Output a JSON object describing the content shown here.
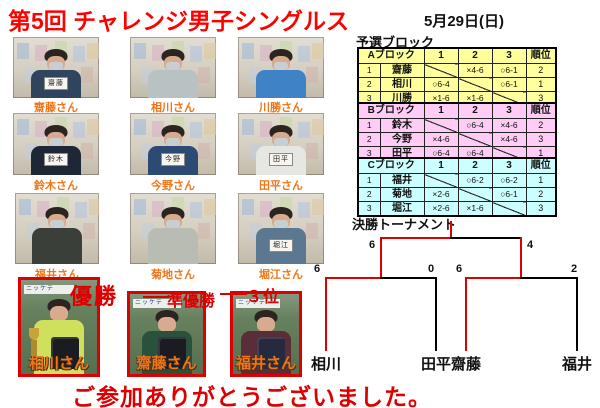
{
  "colors": {
    "title_red": "#ff0000",
    "accent_red": "#dd0000",
    "label_orange": "#ee7518",
    "block_a": "#ffff9c",
    "block_b": "#ffccf5",
    "block_c": "#ccffff"
  },
  "title": "第5回 チャレンジ男子シングルス",
  "date": "5月29日(日)",
  "qualifier_heading": "予選ブロック",
  "rank_header": "順位",
  "photos": [
    {
      "items": [
        {
          "label": "齋藤さん",
          "card": "齋藤",
          "shirt": "#31445e"
        },
        {
          "label": "相川さん",
          "card": "",
          "shirt": "#b9c2c2"
        },
        {
          "label": "川勝さん",
          "card": "",
          "shirt": "#3f83c6"
        }
      ]
    },
    {
      "items": [
        {
          "label": "鈴木さん",
          "card": "鈴木",
          "shirt": "#1d2736"
        },
        {
          "label": "今野さん",
          "card": "今野",
          "shirt": "#2c4a73"
        },
        {
          "label": "田平さん",
          "card": "田平",
          "shirt": "#e6e6e2"
        }
      ]
    },
    {
      "items": [
        {
          "label": "福井さん",
          "card": "",
          "shirt": "#3a3f3a"
        },
        {
          "label": "菊地さん",
          "card": "",
          "shirt": "#b8bcb2"
        },
        {
          "label": "堀江さん",
          "card": "堀江",
          "shirt": "#5c7890"
        }
      ]
    }
  ],
  "winners": [
    {
      "award": "優勝",
      "label": "相川さん",
      "shirt": "#cfe05c",
      "banner": "ニッケテ"
    },
    {
      "award": "準優勝",
      "label": "齋藤さん",
      "shirt": "#29513c",
      "banner": "ニッケテ"
    },
    {
      "award": "３位",
      "label": "福井さん",
      "shirt": "#5a2e38",
      "banner": "ニッケテ"
    }
  ],
  "blocks": [
    {
      "name": "Aブロック",
      "cols": [
        "1",
        "2",
        "3"
      ],
      "rows": [
        {
          "no": "1",
          "player": "齋藤",
          "cells": [
            "",
            "×4-6",
            "○6-1"
          ],
          "rank": "2"
        },
        {
          "no": "2",
          "player": "相川",
          "cells": [
            "○6-4",
            "",
            "○6-1"
          ],
          "rank": "1"
        },
        {
          "no": "3",
          "player": "川勝",
          "cells": [
            "×1-6",
            "×1-6",
            ""
          ],
          "rank": "3"
        }
      ]
    },
    {
      "name": "Bブロック",
      "cols": [
        "1",
        "2",
        "3"
      ],
      "rows": [
        {
          "no": "1",
          "player": "鈴木",
          "cells": [
            "",
            "○6-4",
            "×4-6"
          ],
          "rank": "2"
        },
        {
          "no": "2",
          "player": "今野",
          "cells": [
            "×4-6",
            "",
            "×4-6"
          ],
          "rank": "3"
        },
        {
          "no": "3",
          "player": "田平",
          "cells": [
            "○6-4",
            "○6-4",
            ""
          ],
          "rank": "1"
        }
      ]
    },
    {
      "name": "Cブロック",
      "cols": [
        "1",
        "2",
        "3"
      ],
      "rows": [
        {
          "no": "1",
          "player": "福井",
          "cells": [
            "",
            "○6-2",
            "○6-2"
          ],
          "rank": "1"
        },
        {
          "no": "2",
          "player": "菊地",
          "cells": [
            "×2-6",
            "",
            "○6-1"
          ],
          "rank": "2"
        },
        {
          "no": "3",
          "player": "堀江",
          "cells": [
            "×2-6",
            "×1-6",
            ""
          ],
          "rank": "3"
        }
      ]
    }
  ],
  "bracket": {
    "heading": "決勝トーナメント",
    "final": {
      "left_score": "6",
      "right_score": "4"
    },
    "semifinals": [
      {
        "left_score": "6",
        "right_score": "0"
      },
      {
        "left_score": "6",
        "right_score": "2"
      }
    ],
    "players": [
      "相川",
      "田平",
      "齋藤",
      "福井"
    ]
  },
  "footer": "ご参加ありがとうございました。"
}
